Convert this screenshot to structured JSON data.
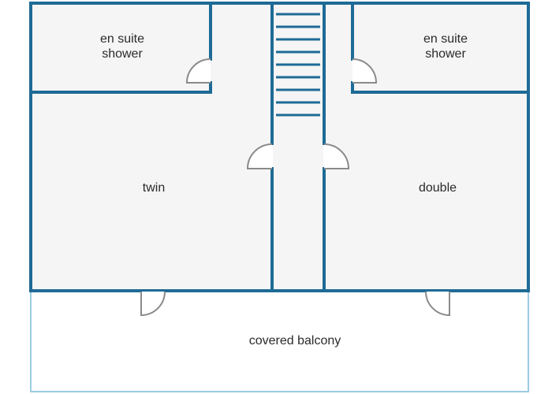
{
  "rooms": {
    "en_suite_left": "en suite\nshower",
    "en_suite_right": "en suite\nshower",
    "twin": "twin",
    "double": "double",
    "balcony": "covered balcony"
  },
  "colors": {
    "wall": "#1e6b96",
    "balcony_outline": "#9ccbe3",
    "floor": "#f5f5f5",
    "door": "#8a8a8a",
    "text": "#2a2a2a"
  }
}
